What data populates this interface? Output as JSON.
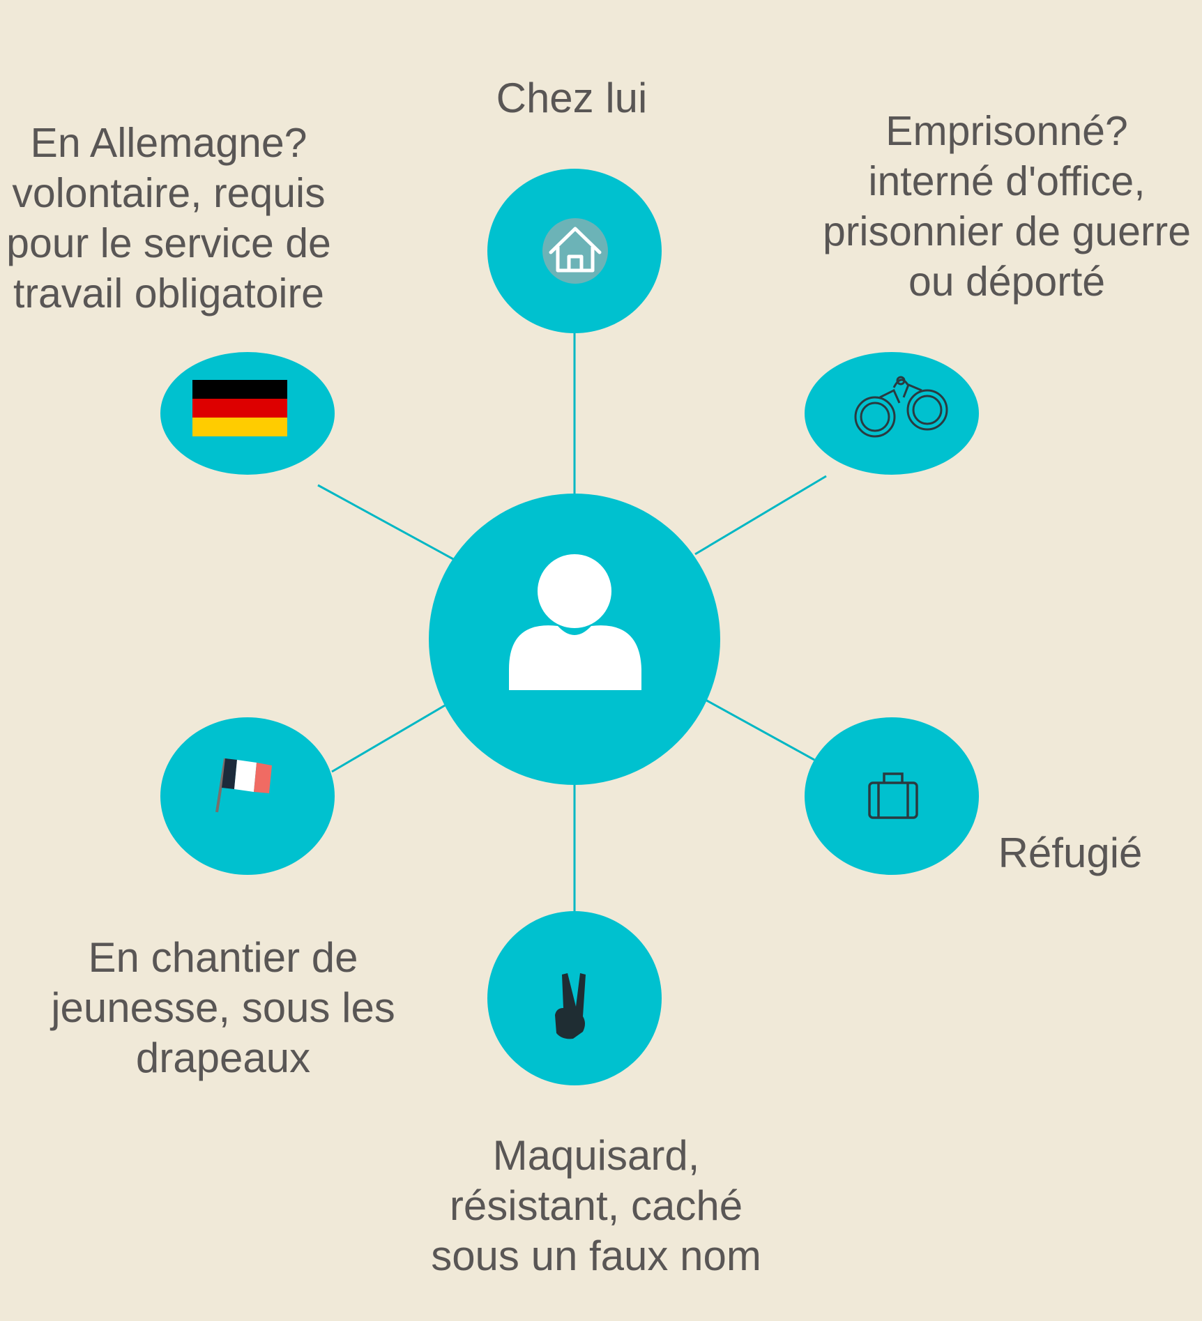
{
  "colors": {
    "background": "#f0e9d8",
    "node": "#00c1cf",
    "connector": "#00b7c4",
    "text": "#595655"
  },
  "center": {
    "icon": "person-icon"
  },
  "nodes": [
    {
      "id": "home",
      "icon": "house-icon",
      "label_lines": [
        "Chez lui"
      ]
    },
    {
      "id": "prison",
      "icon": "handcuffs-icon",
      "label_lines": [
        "Emprisonné?",
        "interné d'office,",
        "prisonnier de guerre",
        "ou déporté"
      ]
    },
    {
      "id": "refugee",
      "icon": "suitcase-icon",
      "label_lines": [
        "Réfugié"
      ]
    },
    {
      "id": "maquis",
      "icon": "victory-hand-icon",
      "label_lines": [
        "Maquisard,",
        "résistant, caché",
        "sous un faux nom"
      ]
    },
    {
      "id": "chantier",
      "icon": "french-flag-icon",
      "label_lines": [
        "En chantier de",
        "jeunesse, sous les",
        "drapeaux"
      ]
    },
    {
      "id": "germany",
      "icon": "german-flag-icon",
      "label_lines": [
        "En Allemagne?",
        "volontaire, requis",
        "pour le service de",
        "travail obligatoire"
      ]
    }
  ]
}
